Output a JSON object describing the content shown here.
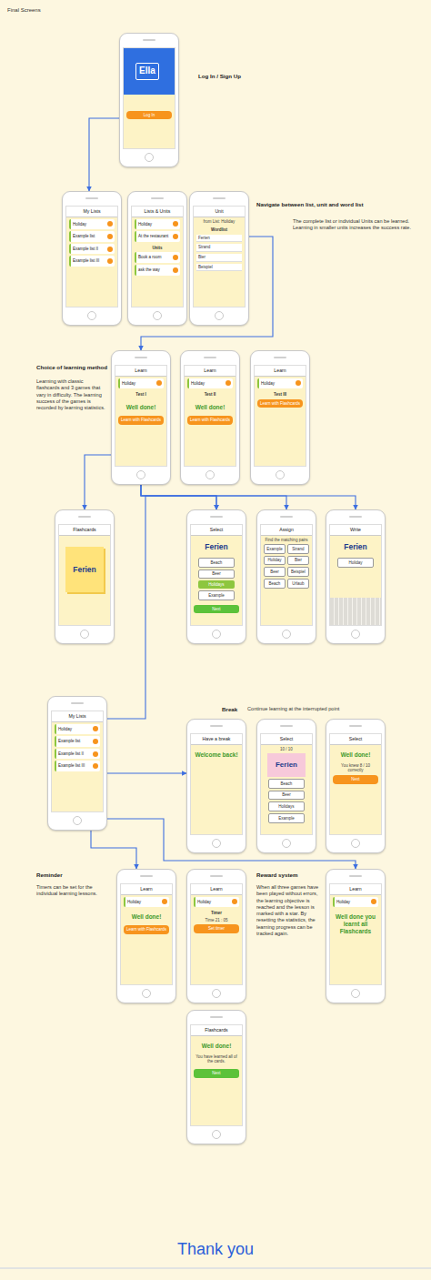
{
  "diagram": {
    "title": "Final Screens",
    "nodes": [
      {
        "text": [
          "Ella",
          "Log In"
        ]
      },
      {
        "text": [
          "My Lists",
          "Holiday",
          "Example list",
          "Example list II",
          "Example list III"
        ]
      },
      {
        "text": [
          "Lists & Units",
          "Holiday",
          "At the restaurant",
          "Units",
          "Book a room",
          "ask the way"
        ]
      },
      {
        "text": [
          "Unit",
          "from List: Holiday",
          "Wordlist",
          "Ferien",
          "Strand",
          "Bier",
          "Beispiel"
        ]
      },
      {
        "text": [
          "Learn",
          "Holiday",
          "Test I",
          "Well done!",
          "Learn with Flashcards"
        ]
      },
      {
        "text": [
          "Learn",
          "Holiday",
          "Test II",
          "Well done!",
          "Learn with Flashcards"
        ]
      },
      {
        "text": [
          "Learn",
          "Holiday",
          "Test III",
          "Learn with Flashcards"
        ]
      },
      {
        "text": [
          "Flashcards",
          "Ferien"
        ]
      },
      {
        "text": [
          "Select",
          "Ferien",
          "Beach",
          "Beer",
          "Holidays",
          "Example",
          "Next"
        ]
      },
      {
        "text": [
          "Assign",
          "Find the matching pairs",
          "Example",
          "Strand",
          "Holiday",
          "Bier",
          "Beer",
          "Beispiel",
          "Beach",
          "Urlaub"
        ]
      },
      {
        "text": [
          "Write",
          "Ferien",
          "Holiday"
        ]
      },
      {
        "text": [
          "My Lists",
          "Holiday",
          "Example list",
          "Example list II",
          "Example list III"
        ]
      },
      {
        "text": [
          "Have a break",
          "Welcome back!"
        ]
      },
      {
        "text": [
          "Select",
          "10 / 10",
          "Ferien",
          "Beach",
          "Beer",
          "Holidays",
          "Example"
        ]
      },
      {
        "text": [
          "Select",
          "Well done!",
          "You knew 8 / 10 correctly",
          "Next"
        ]
      },
      {
        "text": [
          "Learn",
          "Holiday",
          "Well done!",
          "Learn with Flashcards"
        ]
      },
      {
        "text": [
          "Learn",
          "Holiday",
          "Timer",
          "Time 21 : 05",
          "Set timer"
        ]
      },
      {
        "text": [
          "Learn",
          "Holiday",
          "Well done you learnt all Flashcards"
        ]
      },
      {
        "text": [
          "Flashcards",
          "Well done!",
          "You have learned all of the cards.",
          "Next"
        ]
      }
    ],
    "edges": [
      {
        "from": 0,
        "to": 1,
        "arrow": "to"
      },
      {
        "from": 3,
        "to": 4,
        "arrow": "to"
      },
      {
        "from": 4,
        "to": 7,
        "arrow": "to"
      },
      {
        "from": 4,
        "to": 8,
        "arrow": "to"
      },
      {
        "from": 4,
        "to": 9,
        "arrow": "to"
      },
      {
        "from": 4,
        "to": 10,
        "arrow": "to"
      },
      {
        "from": 11,
        "to": 8,
        "arrow": "to"
      },
      {
        "from": 11,
        "to": 12,
        "arrow": "to"
      },
      {
        "from": 11,
        "to": 17,
        "arrow": "to"
      },
      {
        "from": 11,
        "to": 15,
        "arrow": "to"
      }
    ],
    "labels": [
      "Log In / Sign Up",
      "Navigate between list, unit and word list",
      "The complete list or individual Units can be learned. Learning in smaller units increases the success rate.",
      "Choice of learning method",
      "Learning with classic flashcards and 3 games that vary in difficulty. The learning success of the games is recorded by learning statistics.",
      "Break",
      "Continue learning at the interrupted point",
      "Reminder",
      "Timers can be set for the individual learning lessons.",
      "Reward system",
      "When all three games have been played without errors, the learning objective is reached and the lesson is marked with a star. By resetting the statistics, the learning progress can be tracked again.",
      "Thank you"
    ]
  }
}
